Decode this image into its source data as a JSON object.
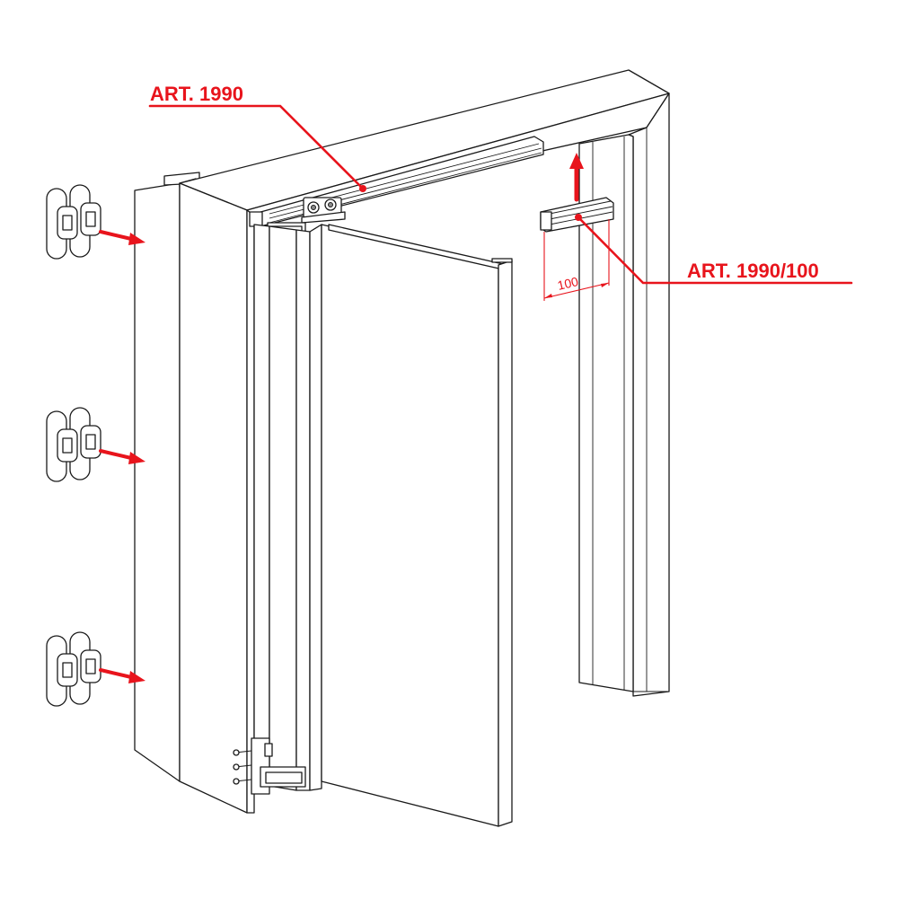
{
  "callouts": {
    "track": "ART. 1990",
    "extension": "ART. 1990/100"
  },
  "dimension": "100",
  "colors": {
    "accent": "#e8141c",
    "line": "#1a1a1a"
  }
}
